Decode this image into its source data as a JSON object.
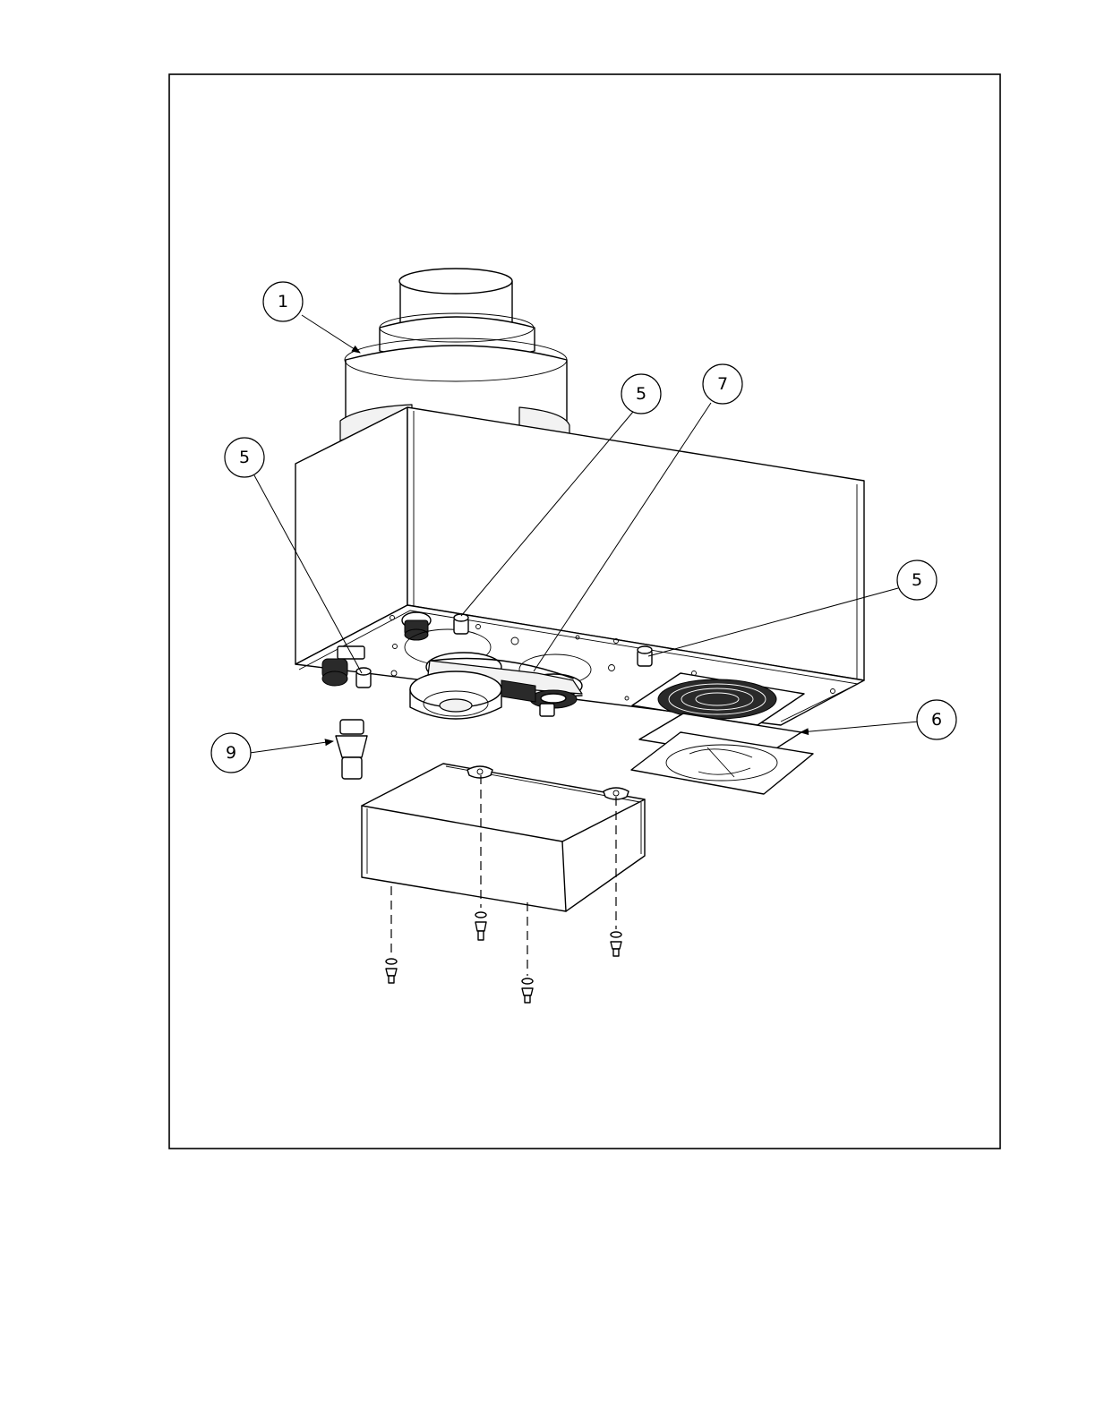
{
  "callouts": [
    {
      "id": "callout-1",
      "label": "1"
    },
    {
      "id": "callout-5a",
      "label": "5"
    },
    {
      "id": "callout-7",
      "label": "7"
    },
    {
      "id": "callout-5b",
      "label": "5"
    },
    {
      "id": "callout-5c",
      "label": "5"
    },
    {
      "id": "callout-6",
      "label": "6"
    },
    {
      "id": "callout-9",
      "label": "9"
    }
  ]
}
